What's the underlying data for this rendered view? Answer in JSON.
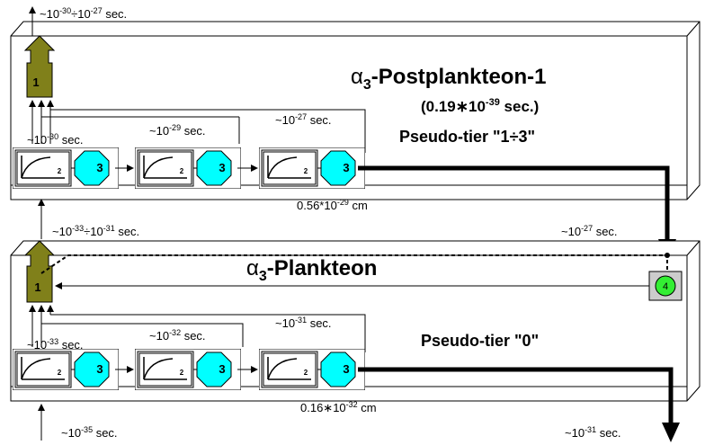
{
  "top_input_label": {
    "main": "~10",
    "exp1": "-30",
    "mid": "÷10",
    "exp2": "-27",
    "tail": " sec."
  },
  "upper_tier": {
    "title_greek": "α",
    "title_sub": "3",
    "title_rest": "-Postplankteon-1",
    "time_main": "(0.19",
    "time_star": "∗",
    "time_ten": "10",
    "time_exp": "-39",
    "time_tail": " sec.)",
    "pseudo_tier": "Pseudo-tier \"1÷3\"",
    "accumulator_label": "1",
    "length": {
      "main": "0.56*10",
      "exp": "-29",
      "tail": " cm"
    },
    "stage_times": [
      {
        "main": "~10",
        "exp": "-30",
        "tail": " sec."
      },
      {
        "main": "~10",
        "exp": "-29",
        "tail": " sec."
      },
      {
        "main": "~10",
        "exp": "-27",
        "tail": " sec."
      }
    ],
    "right_out": {
      "main": "~10",
      "exp": "-27",
      "tail": " sec."
    }
  },
  "middle_label": {
    "main": "~10",
    "exp1": "-33",
    "mid": "÷10",
    "exp2": "-31",
    "tail": " sec."
  },
  "lower_tier": {
    "title_greek": "α",
    "title_sub": "3",
    "title_rest": "-Plankteon",
    "pseudo_tier": "Pseudo-tier \"0\"",
    "accumulator_label": "1",
    "node4_label": "4",
    "length": {
      "main": "0.16∗10",
      "exp": "-32",
      "tail": " cm"
    },
    "stage_times": [
      {
        "main": "~10",
        "exp": "-33",
        "tail": " sec."
      },
      {
        "main": "~10",
        "exp": "-32",
        "tail": " sec."
      },
      {
        "main": "~10",
        "exp": "-31",
        "tail": " sec."
      }
    ],
    "bottom_in": {
      "main": "~10",
      "exp": "-35",
      "tail": " sec."
    },
    "bottom_out": {
      "main": "~10",
      "exp": "-31",
      "tail": " sec."
    }
  },
  "stage_block": {
    "curve_num": "2",
    "octagon_num": "3"
  },
  "colors": {
    "accumulator": "#80801a",
    "octagon": "#00ffff",
    "node4": "#33ee33",
    "node4_box": "#cccccc"
  }
}
